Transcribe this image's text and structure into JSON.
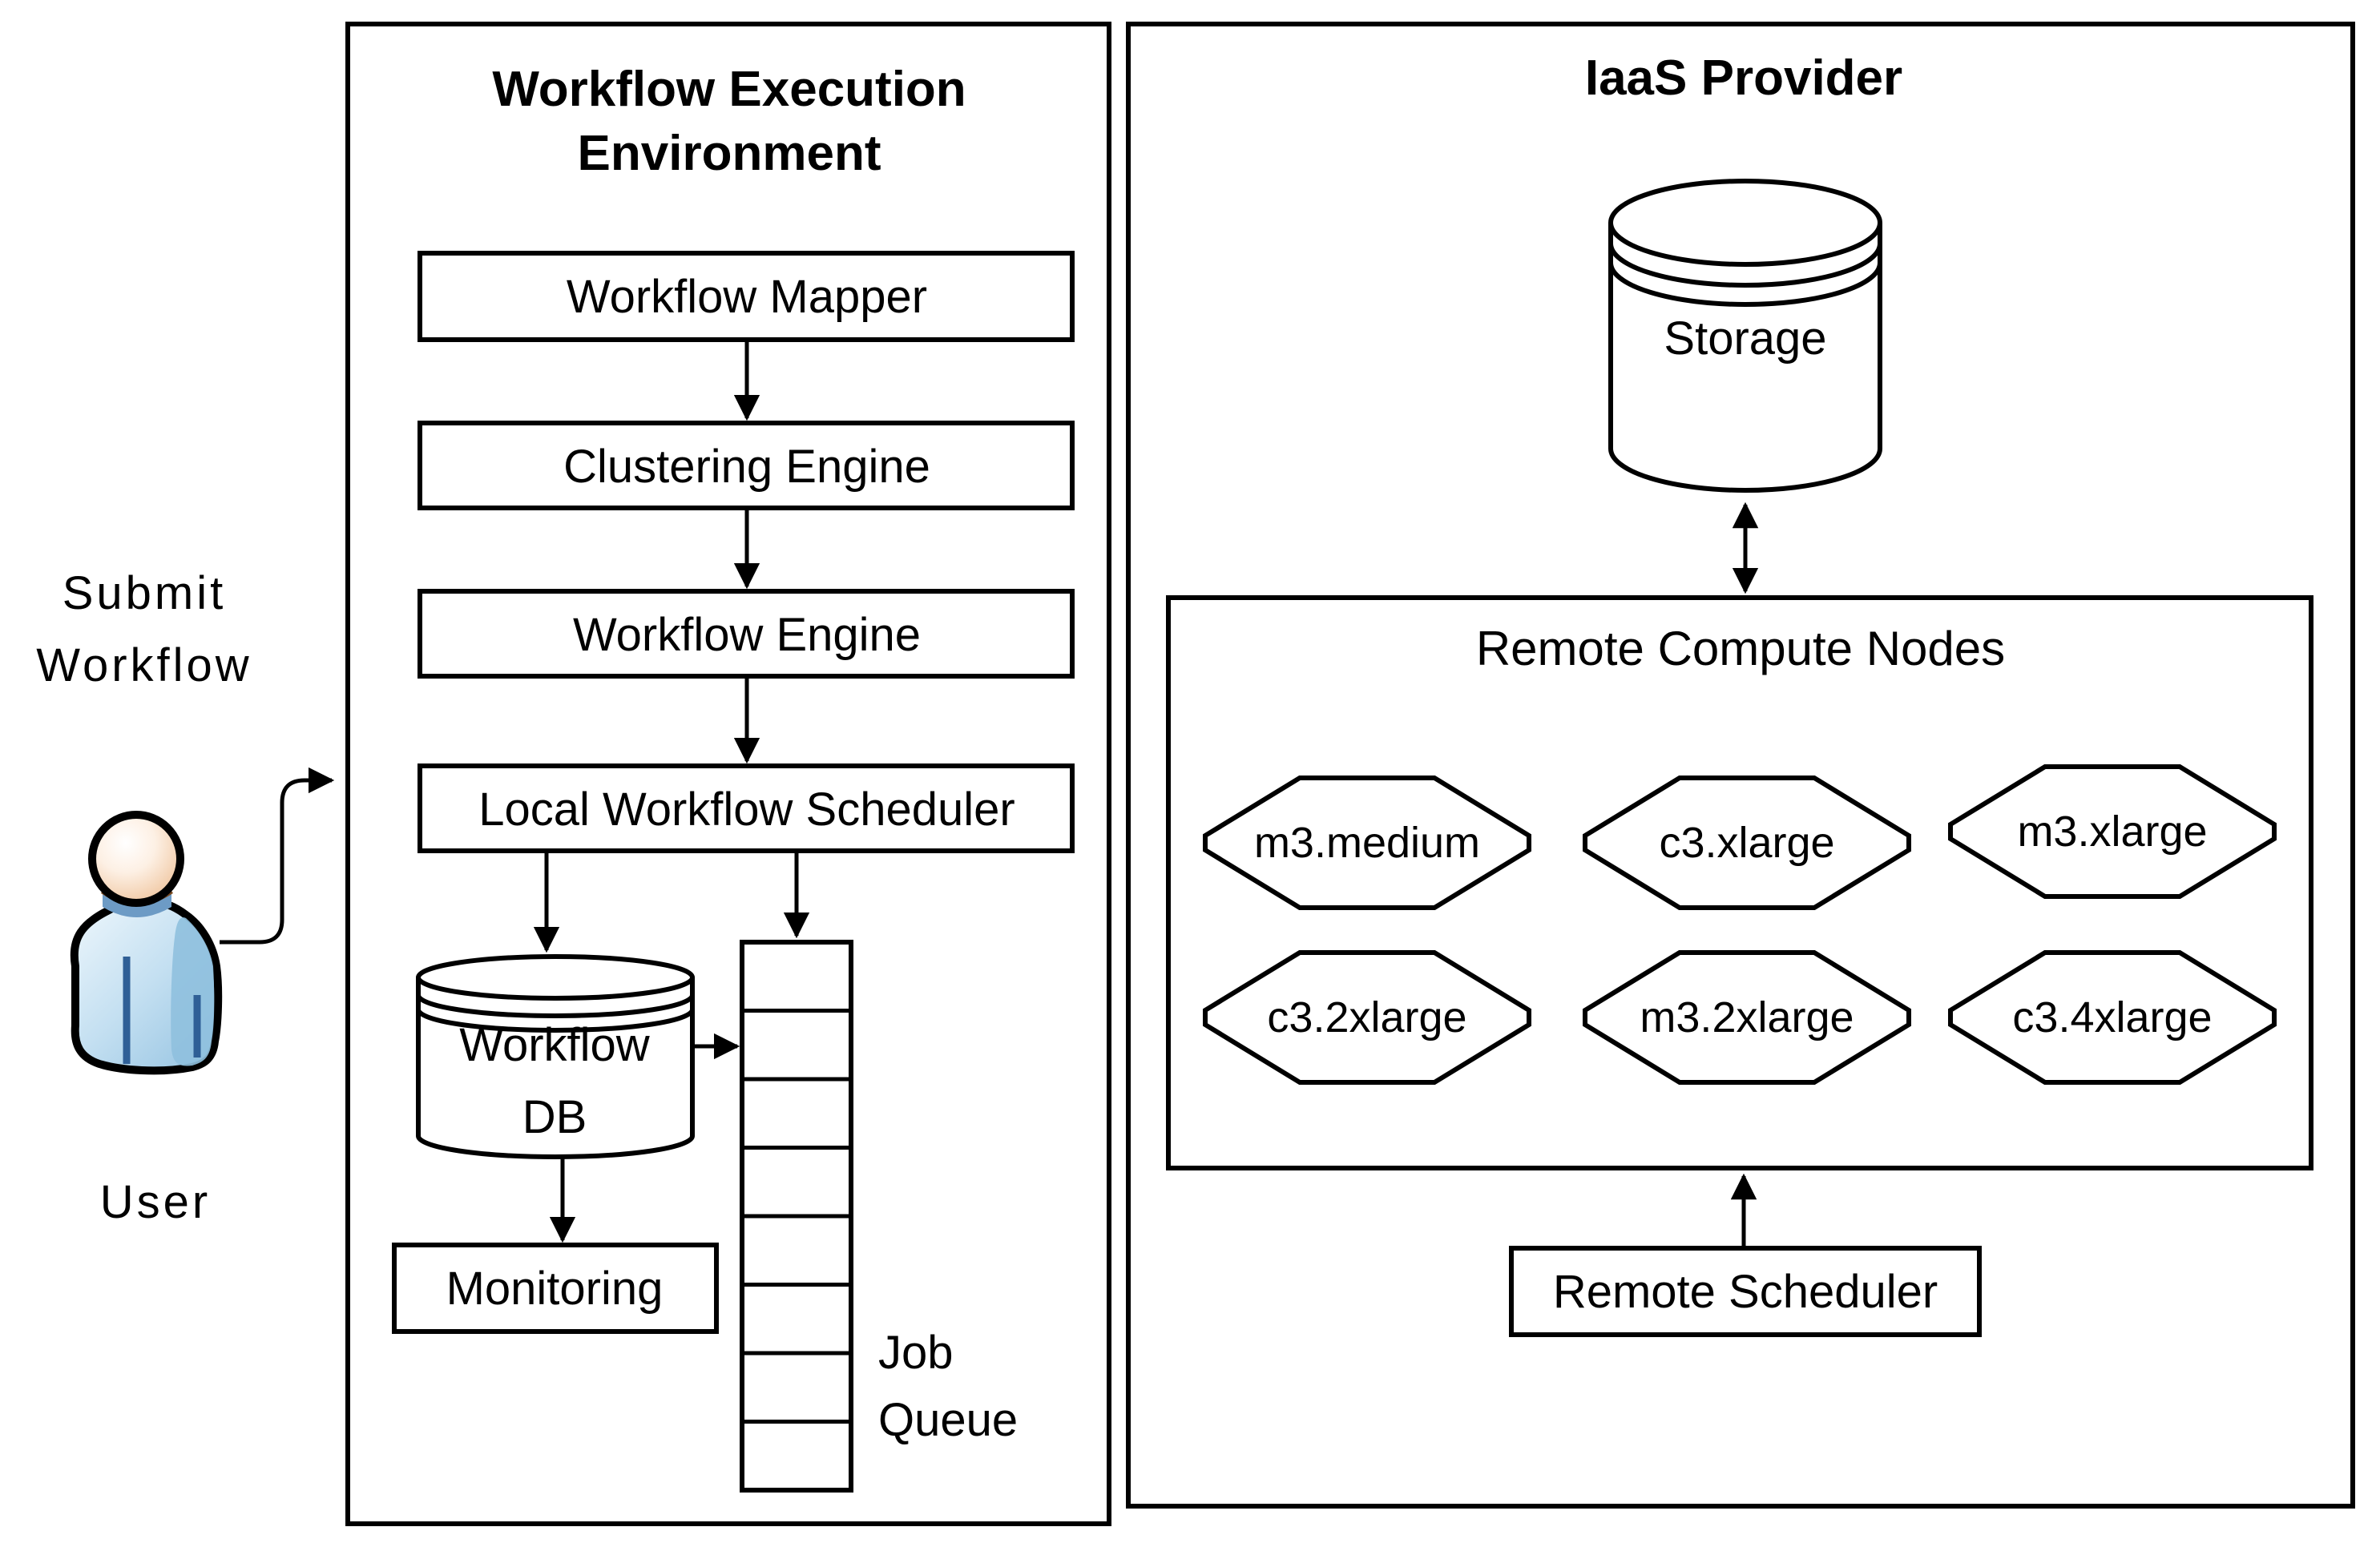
{
  "diagram": {
    "colors": {
      "stroke": "#000000",
      "background": "#ffffff",
      "user_head_fill": "#f2cba6",
      "user_body_fill": "#a6cde7",
      "user_accent": "#2f5f96",
      "user_collar": "#6d9bc5"
    },
    "user_section": {
      "submit_label_line1": "Submit",
      "submit_label_line2": "Workflow",
      "user_label": "User"
    },
    "workflow_environment": {
      "title_line1": "Workflow Execution",
      "title_line2": "Environment",
      "components": [
        "Workflow Mapper",
        "Clustering Engine",
        "Workflow Engine",
        "Local Workflow Scheduler"
      ],
      "database_label_line1": "Workflow",
      "database_label_line2": "DB",
      "monitoring_label": "Monitoring",
      "job_queue_label_line1": "Job",
      "job_queue_label_line2": "Queue",
      "job_queue_cells": 8
    },
    "iaas_provider": {
      "title": "IaaS Provider",
      "storage_label": "Storage",
      "compute_nodes": {
        "title": "Remote Compute Nodes",
        "instances": [
          "m3.medium",
          "c3.xlarge",
          "m3.xlarge",
          "c3.2xlarge",
          "m3.2xlarge",
          "c3.4xlarge"
        ]
      },
      "remote_scheduler_label": "Remote Scheduler"
    }
  }
}
